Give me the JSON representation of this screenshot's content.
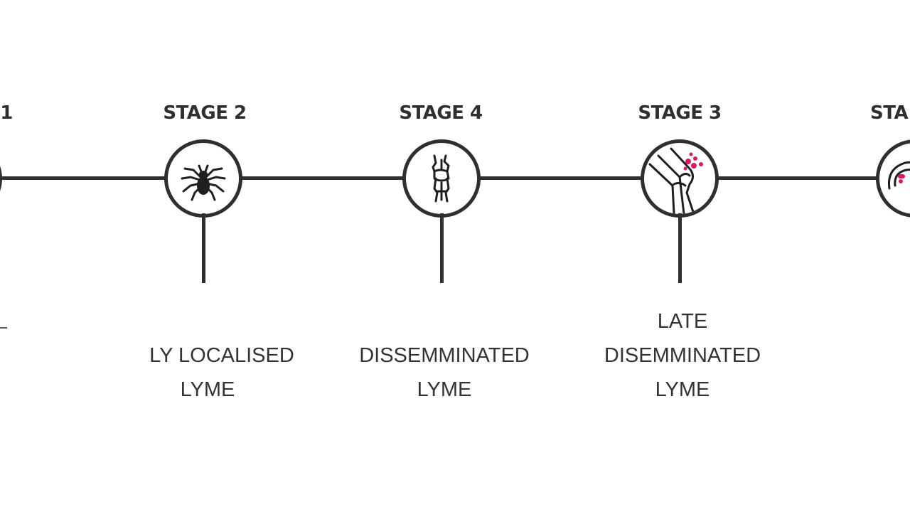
{
  "colors": {
    "line": "#2f2f2f",
    "text": "#333333",
    "accent": "#d81b60"
  },
  "stages": [
    {
      "title": "1",
      "icon": "partial-circle-icon",
      "caption": []
    },
    {
      "title": "STAGE 2",
      "icon": "tick-icon",
      "caption": [
        "LY LOCALISED",
        "LYME"
      ]
    },
    {
      "title": "STAGE 4",
      "icon": "joint-bones-icon",
      "caption": [
        "DISSEMMINATED",
        "LYME"
      ]
    },
    {
      "title": "STAGE 3",
      "icon": "inflamed-knee-icon",
      "caption": [
        "LATE",
        "DISEMMINATED",
        "LYME"
      ]
    },
    {
      "title": "STA",
      "icon": "partial-organ-icon",
      "caption": []
    }
  ]
}
